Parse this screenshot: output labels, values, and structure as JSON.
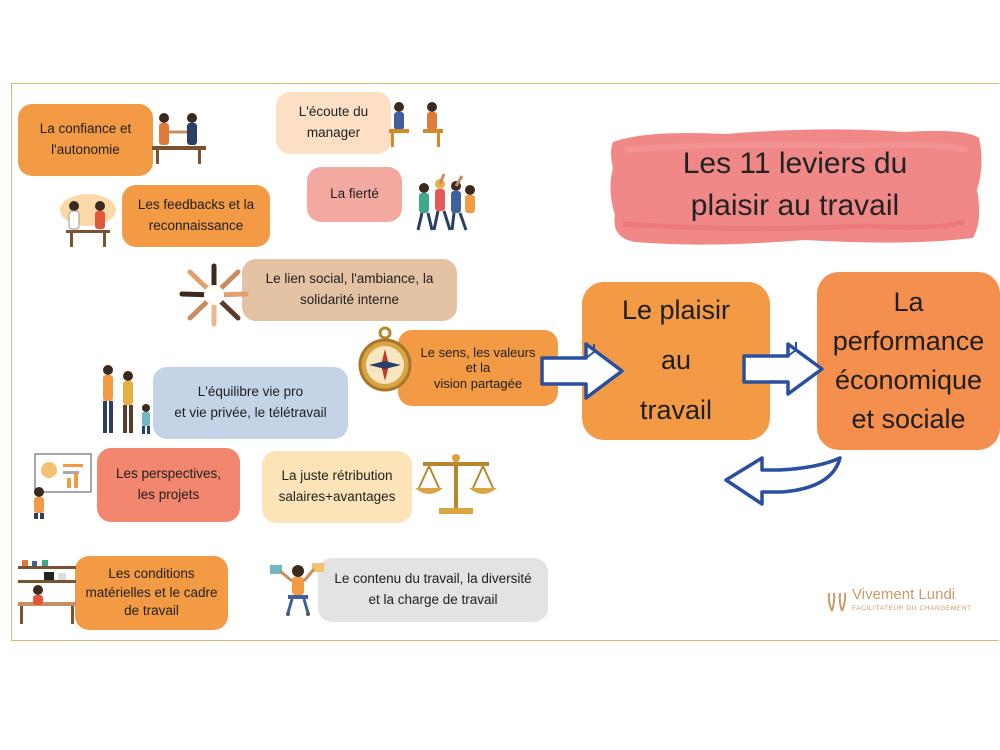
{
  "title": "Les 11 leviers du\nplaisir au travail",
  "levers": {
    "confiance": "La confiance et\nl'autonomie",
    "ecoute": "L'écoute du\nmanager",
    "feedbacks": "Les feedbacks et la\nreconnaissance",
    "fierte": "La fierté",
    "lien_social": "Le lien social, l'ambiance, la\nsolidarité interne",
    "sens": "Le sens, les valeurs\net la\nvision partagée",
    "equilibre": "L'équilibre vie pro\net vie privée, le télétravail",
    "perspectives": "Les perspectives,\nles projets",
    "retribution": "La juste rétribution\nsalaires+avantages",
    "conditions": "Les conditions\nmatérielles et le cadre\nde travail",
    "contenu": "Le contenu du travail, la diversité\net la charge de travail"
  },
  "plaisir": "Le plaisir\nau\ntravail",
  "performance": "La\nperformance\néconomique\net sociale",
  "logo": {
    "name": "Vivement Lundi",
    "tagline": "FACILITATEUR DU CHANGEMENT"
  },
  "colors": {
    "orange": "#f39a45",
    "title_brush": "#f07e7e",
    "arrow": "#2a4f9e",
    "frame": "#d9b86a"
  }
}
